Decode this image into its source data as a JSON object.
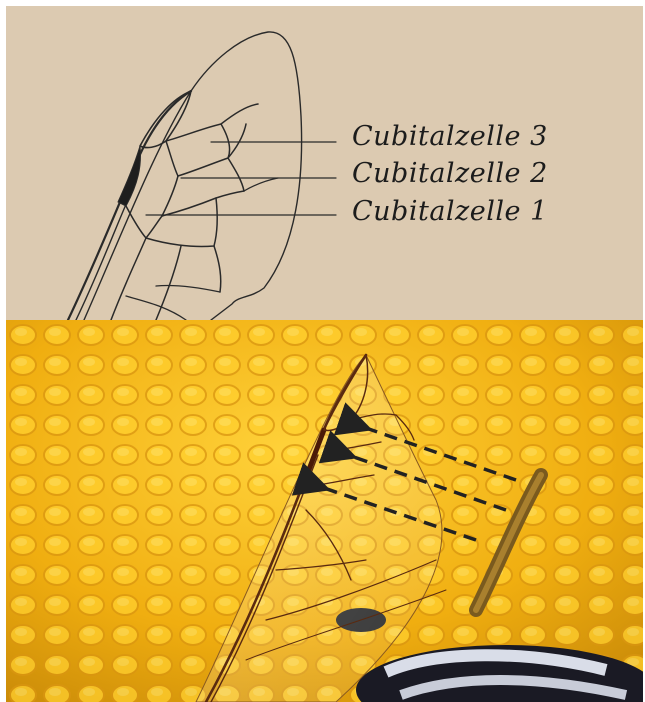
{
  "labels": [
    {
      "text": "Cubitalzelle 3"
    },
    {
      "text": "Cubitalzelle 2"
    },
    {
      "text": "Cubitalzelle 1"
    }
  ],
  "colors": {
    "top_background": "#dccab1",
    "line": "#2a2a2a",
    "arrow": "#222222",
    "flower_yellow": "#f2b511"
  }
}
